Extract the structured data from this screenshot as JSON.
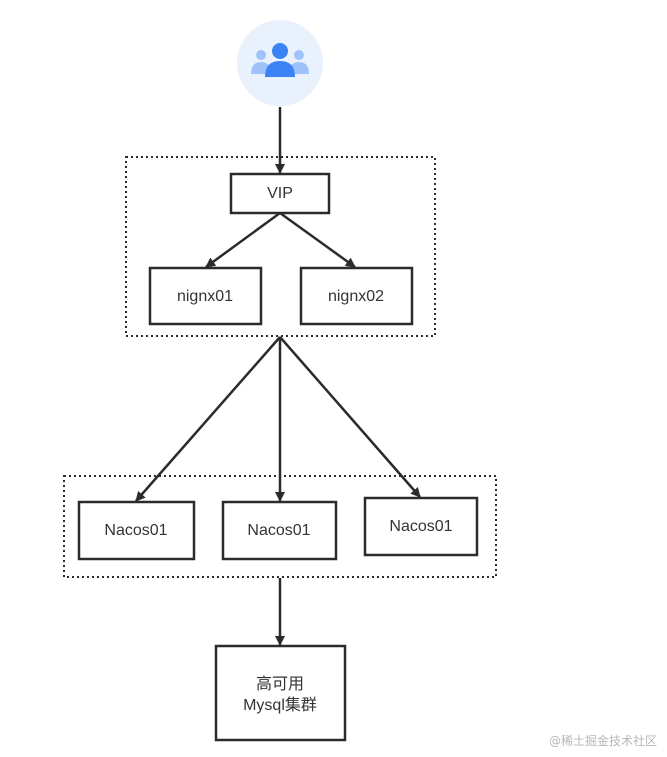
{
  "nodes": {
    "vip": "VIP",
    "nginx1": "nignx01",
    "nginx2": "nignx02",
    "nacos1": "Nacos01",
    "nacos2": "Nacos01",
    "nacos3": "Nacos01",
    "mysql_line1": "高可用",
    "mysql_line2": "Mysql集群"
  },
  "icons": {
    "user": "users-group-icon"
  },
  "colors": {
    "line": "#2b2b2b",
    "icon_bg": "#e9f1fd",
    "icon_main": "#3b82f6",
    "icon_side": "#9ec3fb"
  },
  "watermark": "@稀土掘金技术社区"
}
